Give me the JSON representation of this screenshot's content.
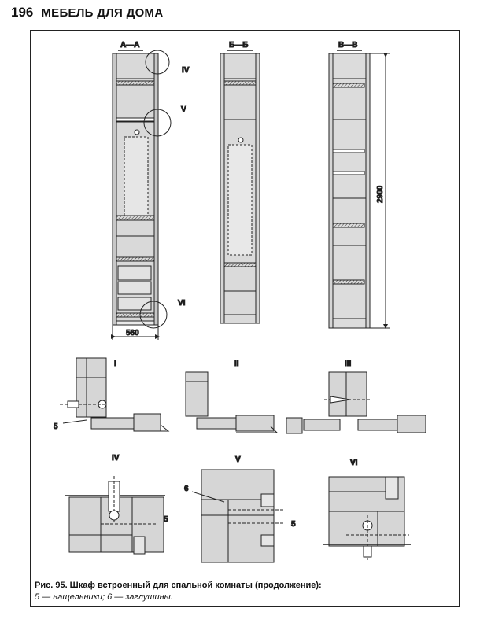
{
  "header": {
    "page_number": "196",
    "title": "МЕБЕЛЬ ДЛЯ ДОМА"
  },
  "sections": {
    "aa": "А—А",
    "bb": "Б—Б",
    "vv": "В—В"
  },
  "dimensions": {
    "width": "560",
    "height": "2900"
  },
  "details": {
    "i": "I",
    "ii": "II",
    "iii": "III",
    "iv": "IV",
    "v": "V",
    "vi": "VI"
  },
  "callouts": {
    "five": "5",
    "six": "6"
  },
  "caption": {
    "figure": "Рис. 95. Шкаф встроенный для спальной комнаты",
    "continuation": " (продолжение):",
    "legend": "5 — нащельники; 6 — заглушины."
  },
  "colors": {
    "panel_fill": "#d6d6d6",
    "line": "#222222"
  }
}
